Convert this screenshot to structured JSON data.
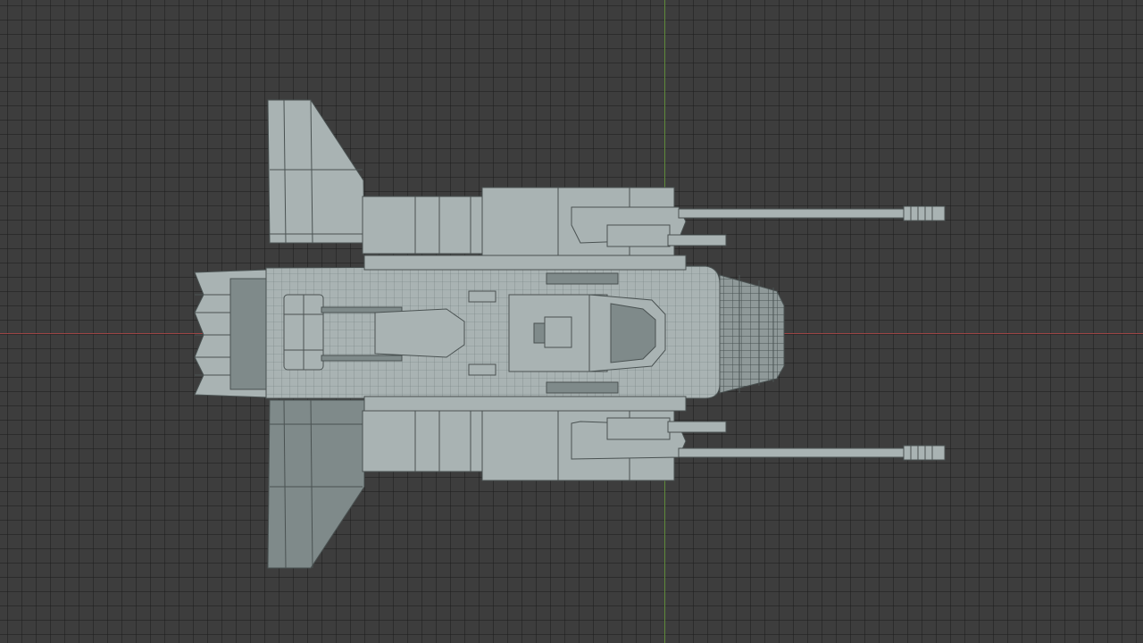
{
  "viewport": {
    "view": "top-orthographic",
    "background_color": "#3d3d3d",
    "grid_color": "#2f2f2f",
    "x_axis_color": "#9c4545",
    "y_axis_color": "#5f8a3a"
  },
  "model": {
    "kind": "spaceship-hull-mesh",
    "shading": "solid-with-wireframe-overlay",
    "base_color": "#a9b3b3",
    "shade_color": "#7f8a8a",
    "edge_color": "#4a5252"
  }
}
